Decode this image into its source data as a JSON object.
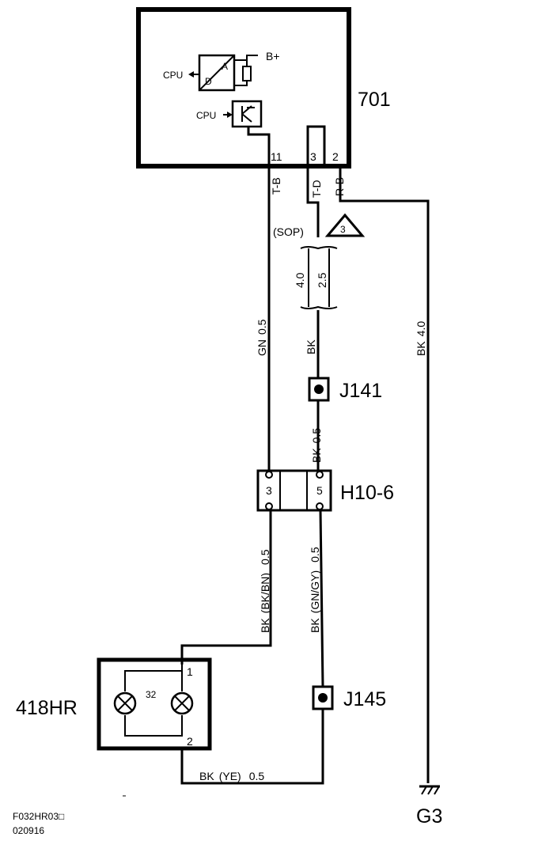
{
  "components": {
    "module": {
      "id": "701",
      "pins": {
        "p11": "11",
        "p3": "3",
        "p2": "2"
      },
      "supply": "B+",
      "cpu1": "CPU",
      "cpu2": "CPU",
      "dac_a": "A",
      "dac_d": "D"
    },
    "lamp": {
      "id": "418HR",
      "pins": {
        "p1": "1",
        "p2": "2"
      },
      "bulb_ref": "32"
    },
    "connector": {
      "id": "H10-6",
      "pins": {
        "left": "3",
        "right": "5"
      }
    },
    "splice1": {
      "id": "J141"
    },
    "splice2": {
      "id": "J145"
    },
    "ground": {
      "id": "G3"
    }
  },
  "notes": {
    "sop": "(SOP)",
    "triangle": "3",
    "size_a": "4.0",
    "size_b": "2.5"
  },
  "wires": {
    "tb": "T-B",
    "td": "T-D",
    "rb": "R-B",
    "w_gn_color": "GN",
    "w_gn_size": "0.5",
    "w_bk_color": "BK",
    "w_bk_ground_color": "BK",
    "w_bk_ground_size": "4.0",
    "w_j141_size": "0.5",
    "w_j141_color": "BK",
    "w_left_size": "0.5",
    "w_left_color": "(BK/BN)",
    "w_left_base": "BK",
    "w_right_size": "0.5",
    "w_right_color": "(GN/GY)",
    "w_right_base": "BK",
    "w_bottom_base": "BK",
    "w_bottom_color": "(YE)",
    "w_bottom_size": "0.5"
  },
  "footer": {
    "code": "F032HR03□",
    "date": "020916"
  }
}
